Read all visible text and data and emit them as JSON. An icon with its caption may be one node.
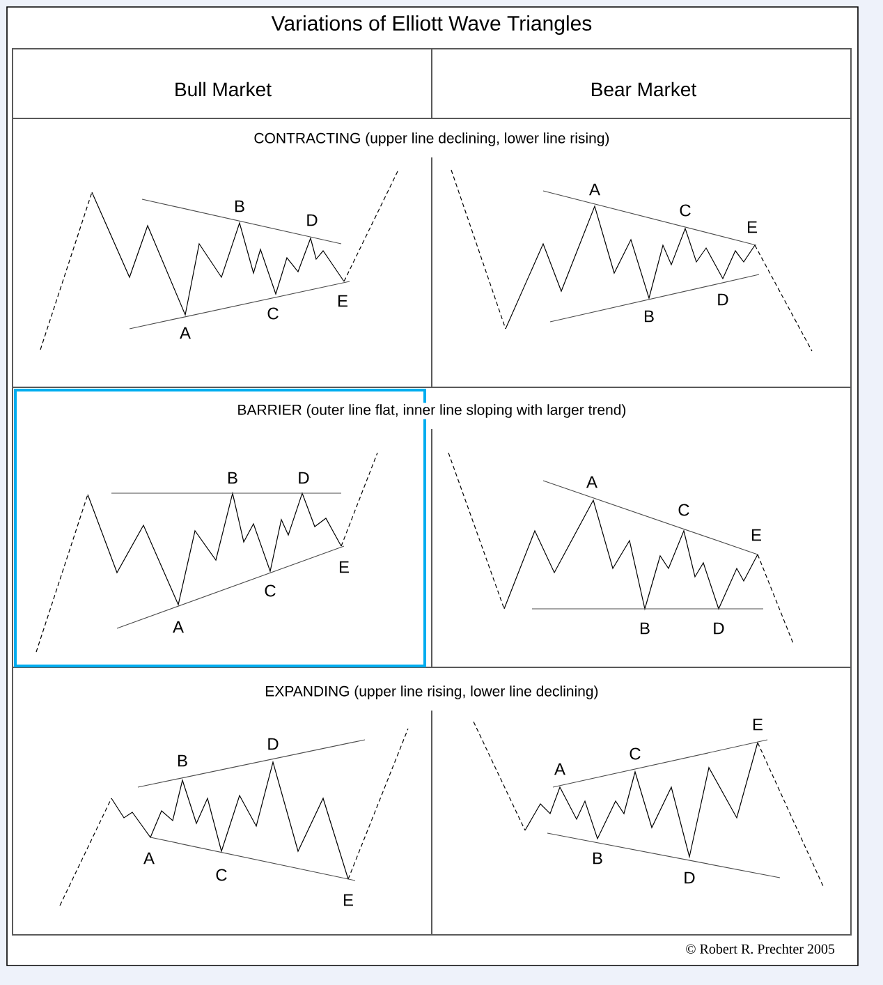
{
  "diagram": {
    "title": "Variations of Elliott Wave Triangles",
    "labels": [
      "Bull Market",
      "Bear Market",
      "CONTRACTING (upper line declining, lower line rising)",
      "A",
      "B",
      "C",
      "D",
      "E",
      "A",
      "B",
      "C",
      "D",
      "E",
      "BARRIER (outer line flat, inner line sloping with larger trend)",
      "A",
      "B",
      "C",
      "D",
      "E",
      "A",
      "B",
      "C",
      "D",
      "E",
      "EXPANDING  (upper line rising, lower line declining)",
      "A",
      "B",
      "C",
      "D",
      "E",
      "A",
      "B",
      "C",
      "D",
      "E",
      "© Robert R. Prechter 2005"
    ]
  }
}
